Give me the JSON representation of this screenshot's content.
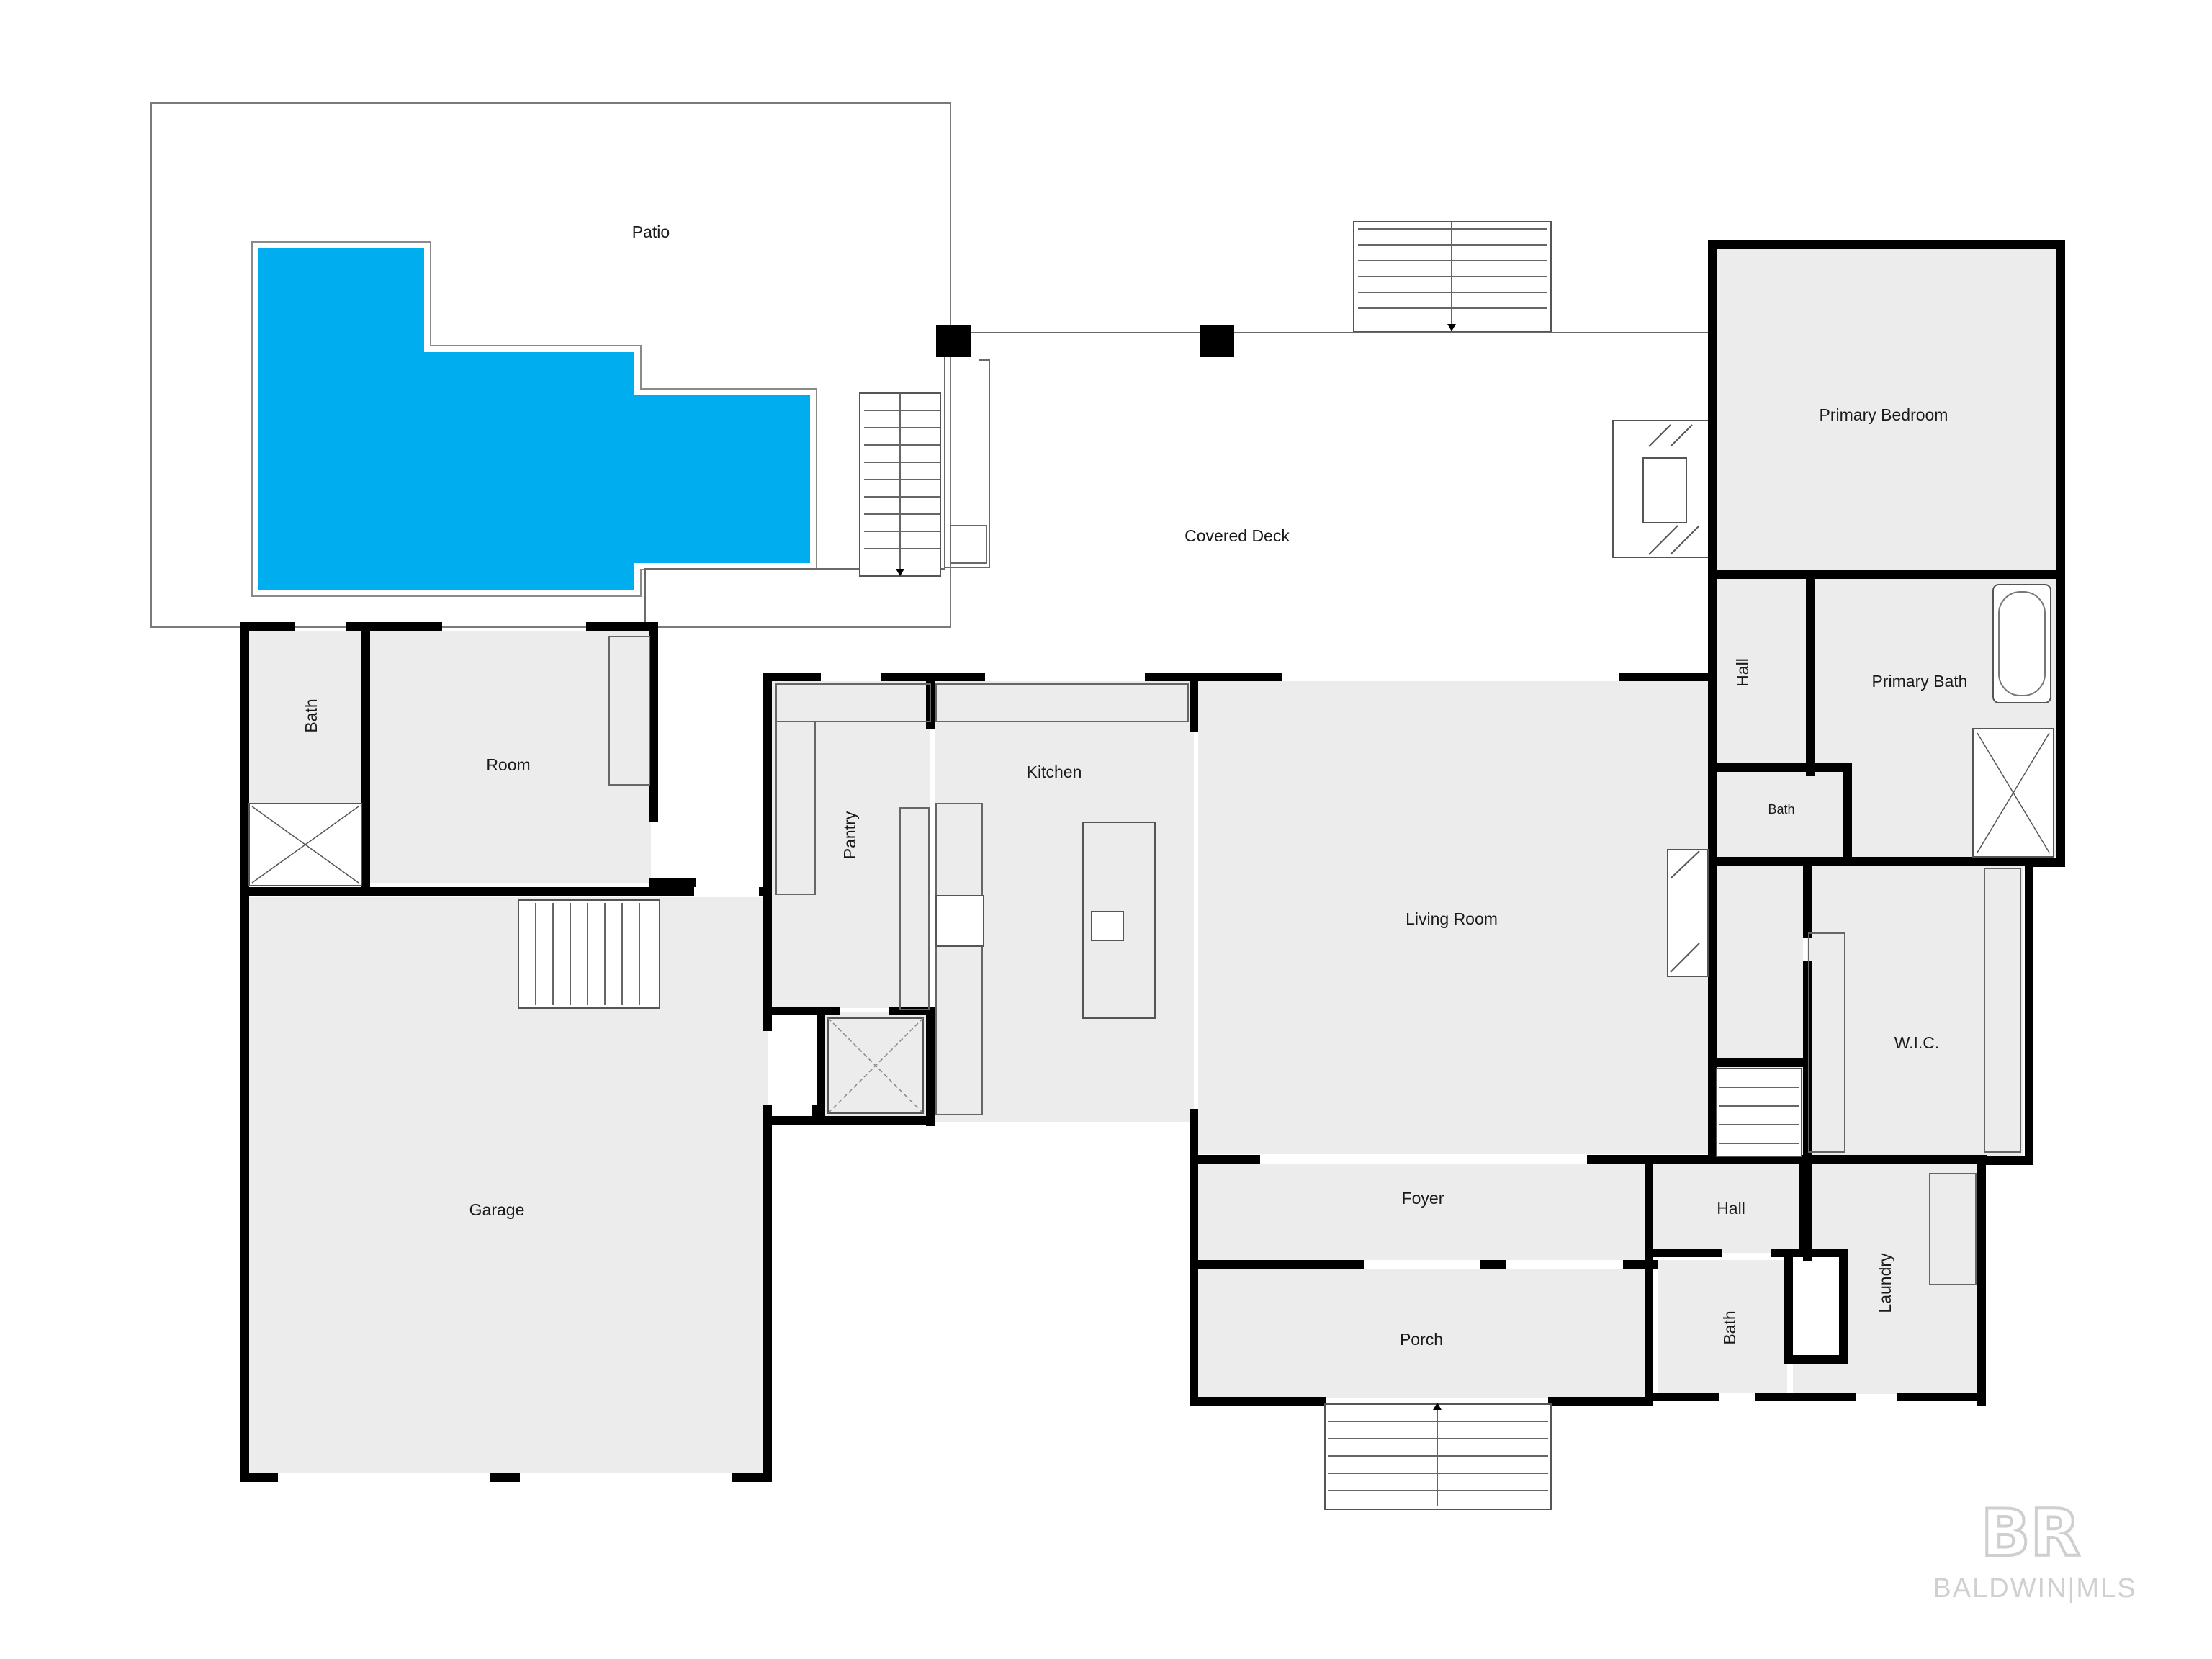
{
  "rooms": {
    "patio": "Patio",
    "covered_deck": "Covered Deck",
    "primary_bedroom": "Primary Bedroom",
    "hall_upper": "Hall",
    "primary_bath": "Primary Bath",
    "bath_small": "Bath",
    "bath_left": "Bath",
    "room": "Room",
    "pantry": "Pantry",
    "kitchen": "Kitchen",
    "living_room": "Living Room",
    "wic": "W.I.C.",
    "garage": "Garage",
    "foyer": "Foyer",
    "hall_lower": "Hall",
    "porch": "Porch",
    "bath_lower": "Bath",
    "laundry": "Laundry"
  },
  "watermark": {
    "logo_letters": "BR",
    "text": "BALDWIN|MLS"
  },
  "colors": {
    "pool": "#00aeef",
    "room_fill": "#ececec",
    "wall": "#000000"
  }
}
